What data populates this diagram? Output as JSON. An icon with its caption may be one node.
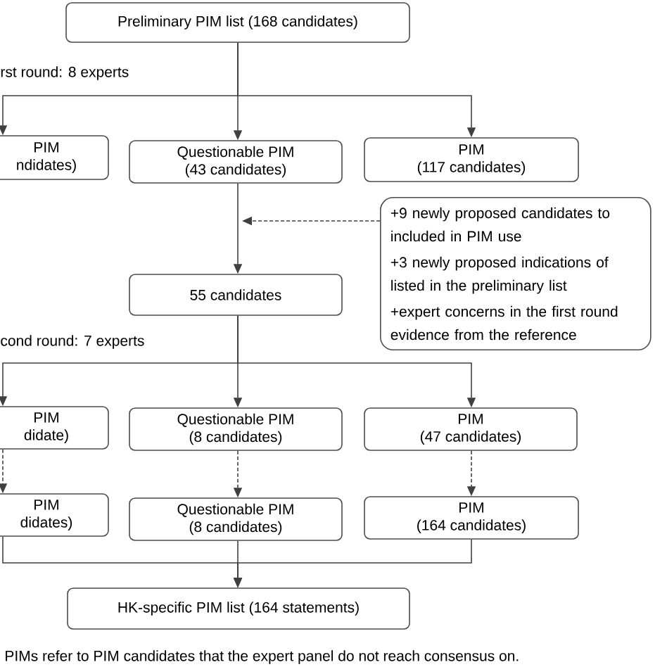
{
  "diagram": {
    "caption": "PIMs refer to PIM candidates that the expert panel do not reach consensus on.",
    "nodes": [
      {
        "text": [
          "Preliminary PIM list (168 candidates)"
        ]
      },
      {
        "text": [
          "PIM",
          "ndidates)"
        ]
      },
      {
        "text": [
          "Questionable PIM",
          "(43 candidates)"
        ]
      },
      {
        "text": [
          "PIM",
          "(117 candidates)"
        ]
      },
      {
        "text": [
          "+9 newly proposed candidates to included in PIM use",
          "+3 newly proposed indications of listed in the preliminary list",
          "+expert concerns in the first round evidence from the reference"
        ]
      },
      {
        "text": [
          "55 candidates"
        ]
      },
      {
        "text": [
          "PIM",
          "didate)"
        ]
      },
      {
        "text": [
          "Questionable PIM",
          "(8 candidates)"
        ]
      },
      {
        "text": [
          "PIM",
          "(47 candidates)"
        ]
      },
      {
        "text": [
          "PIM",
          "didates)"
        ]
      },
      {
        "text": [
          "Questionable PIM",
          "(8 candidates)"
        ]
      },
      {
        "text": [
          "PIM",
          "(164 candidates)"
        ]
      },
      {
        "text": [
          "HK-specific PIM list (164 statements)"
        ]
      }
    ],
    "edges": [
      {
        "from": 0,
        "to": 1,
        "arrow": "to"
      },
      {
        "from": 0,
        "to": 2,
        "arrow": "to"
      },
      {
        "from": 0,
        "to": 3,
        "arrow": "to"
      },
      {
        "from": 2,
        "to": 5,
        "arrow": "to"
      },
      {
        "from": 4,
        "to": null,
        "arrow": "to",
        "style": "dashed"
      },
      {
        "from": 5,
        "to": 6,
        "arrow": "to"
      },
      {
        "from": 5,
        "to": 7,
        "arrow": "to"
      },
      {
        "from": 5,
        "to": 8,
        "arrow": "to"
      },
      {
        "from": 6,
        "to": 9,
        "arrow": "to",
        "style": "dashed"
      },
      {
        "from": 7,
        "to": 10,
        "arrow": "to",
        "style": "dashed"
      },
      {
        "from": 8,
        "to": 11,
        "arrow": "to",
        "style": "dashed"
      },
      {
        "from": 9,
        "to": 12,
        "arrow": "to"
      },
      {
        "from": 10,
        "to": 12,
        "arrow": "to"
      },
      {
        "from": 11,
        "to": 12,
        "arrow": "to"
      }
    ],
    "labels": [
      "rst round: 8 experts",
      "cond round: 7 experts"
    ]
  }
}
